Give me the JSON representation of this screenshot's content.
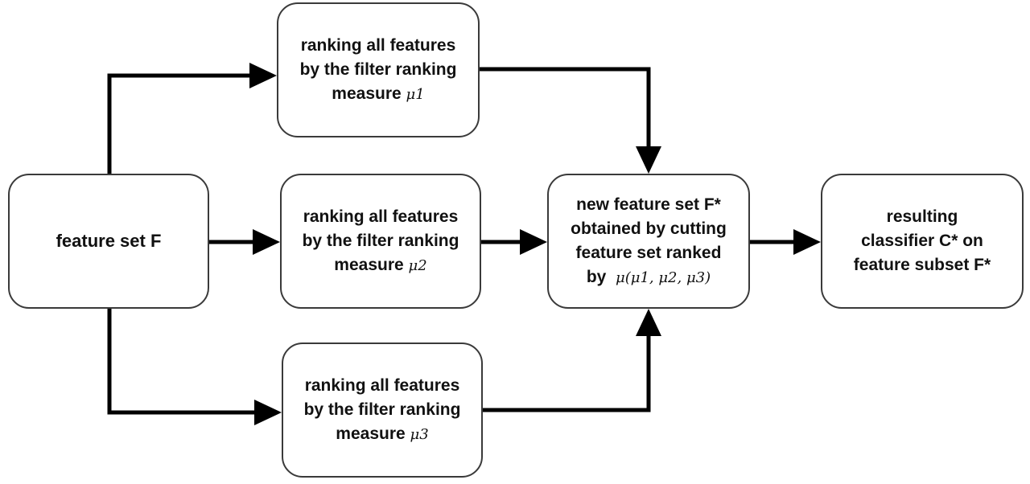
{
  "diagram": {
    "nodes": {
      "feature_set": {
        "lines": [
          "feature set F"
        ]
      },
      "rank1": {
        "lines": [
          "ranking all features",
          "by the filter ranking"
        ],
        "last_line": "measure ",
        "symbol": "μ1"
      },
      "rank2": {
        "lines": [
          "ranking all features",
          "by the filter ranking"
        ],
        "last_line": "measure ",
        "symbol": "μ2"
      },
      "rank3": {
        "lines": [
          "ranking all features",
          "by the filter ranking"
        ],
        "last_line": "measure ",
        "symbol": "μ3"
      },
      "new_set": {
        "lines": [
          "new feature set F*",
          "obtained by cutting",
          "feature set ranked"
        ],
        "last_line": "by  ",
        "symbol": "μ(μ1, μ2, μ3)"
      },
      "result": {
        "lines": [
          "resulting",
          "classifier C* on",
          "feature subset F*"
        ]
      }
    },
    "edges": [
      {
        "from": "feature_set",
        "to": "rank1"
      },
      {
        "from": "feature_set",
        "to": "rank2"
      },
      {
        "from": "feature_set",
        "to": "rank3"
      },
      {
        "from": "rank1",
        "to": "new_set"
      },
      {
        "from": "rank2",
        "to": "new_set"
      },
      {
        "from": "rank3",
        "to": "new_set"
      },
      {
        "from": "new_set",
        "to": "result"
      }
    ],
    "colors": {
      "stroke": "#000000",
      "border": "#3a3a3a",
      "text": "#111111",
      "background": "#ffffff"
    }
  }
}
